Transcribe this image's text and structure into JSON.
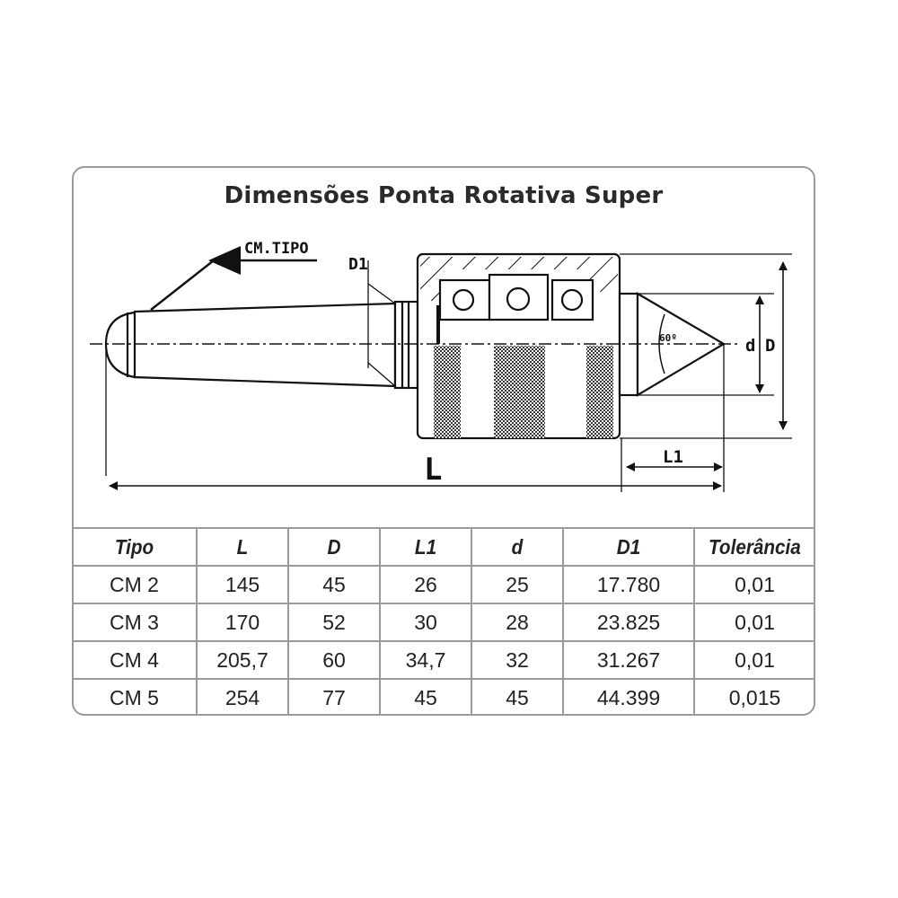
{
  "title": "Dimensões Ponta Rotativa Super",
  "diagram": {
    "labels": {
      "cm_tipo": "CM.TIPO",
      "d1": "D1",
      "angle": "60º",
      "d": "d",
      "D": "D",
      "L1": "L1",
      "L": "L"
    }
  },
  "table": {
    "headers": [
      "Tipo",
      "L",
      "D",
      "L1",
      "d",
      "D1",
      "Tolerância"
    ],
    "rows": [
      [
        "CM 2",
        "145",
        "45",
        "26",
        "25",
        "17.780",
        "0,01"
      ],
      [
        "CM 3",
        "170",
        "52",
        "30",
        "28",
        "23.825",
        "0,01"
      ],
      [
        "CM 4",
        "205,7",
        "60",
        "34,7",
        "32",
        "31.267",
        "0,01"
      ],
      [
        "CM 5",
        "254",
        "77",
        "45",
        "45",
        "44.399",
        "0,015"
      ]
    ]
  },
  "colors": {
    "border": "#9a9a9a",
    "ink": "#111111"
  }
}
